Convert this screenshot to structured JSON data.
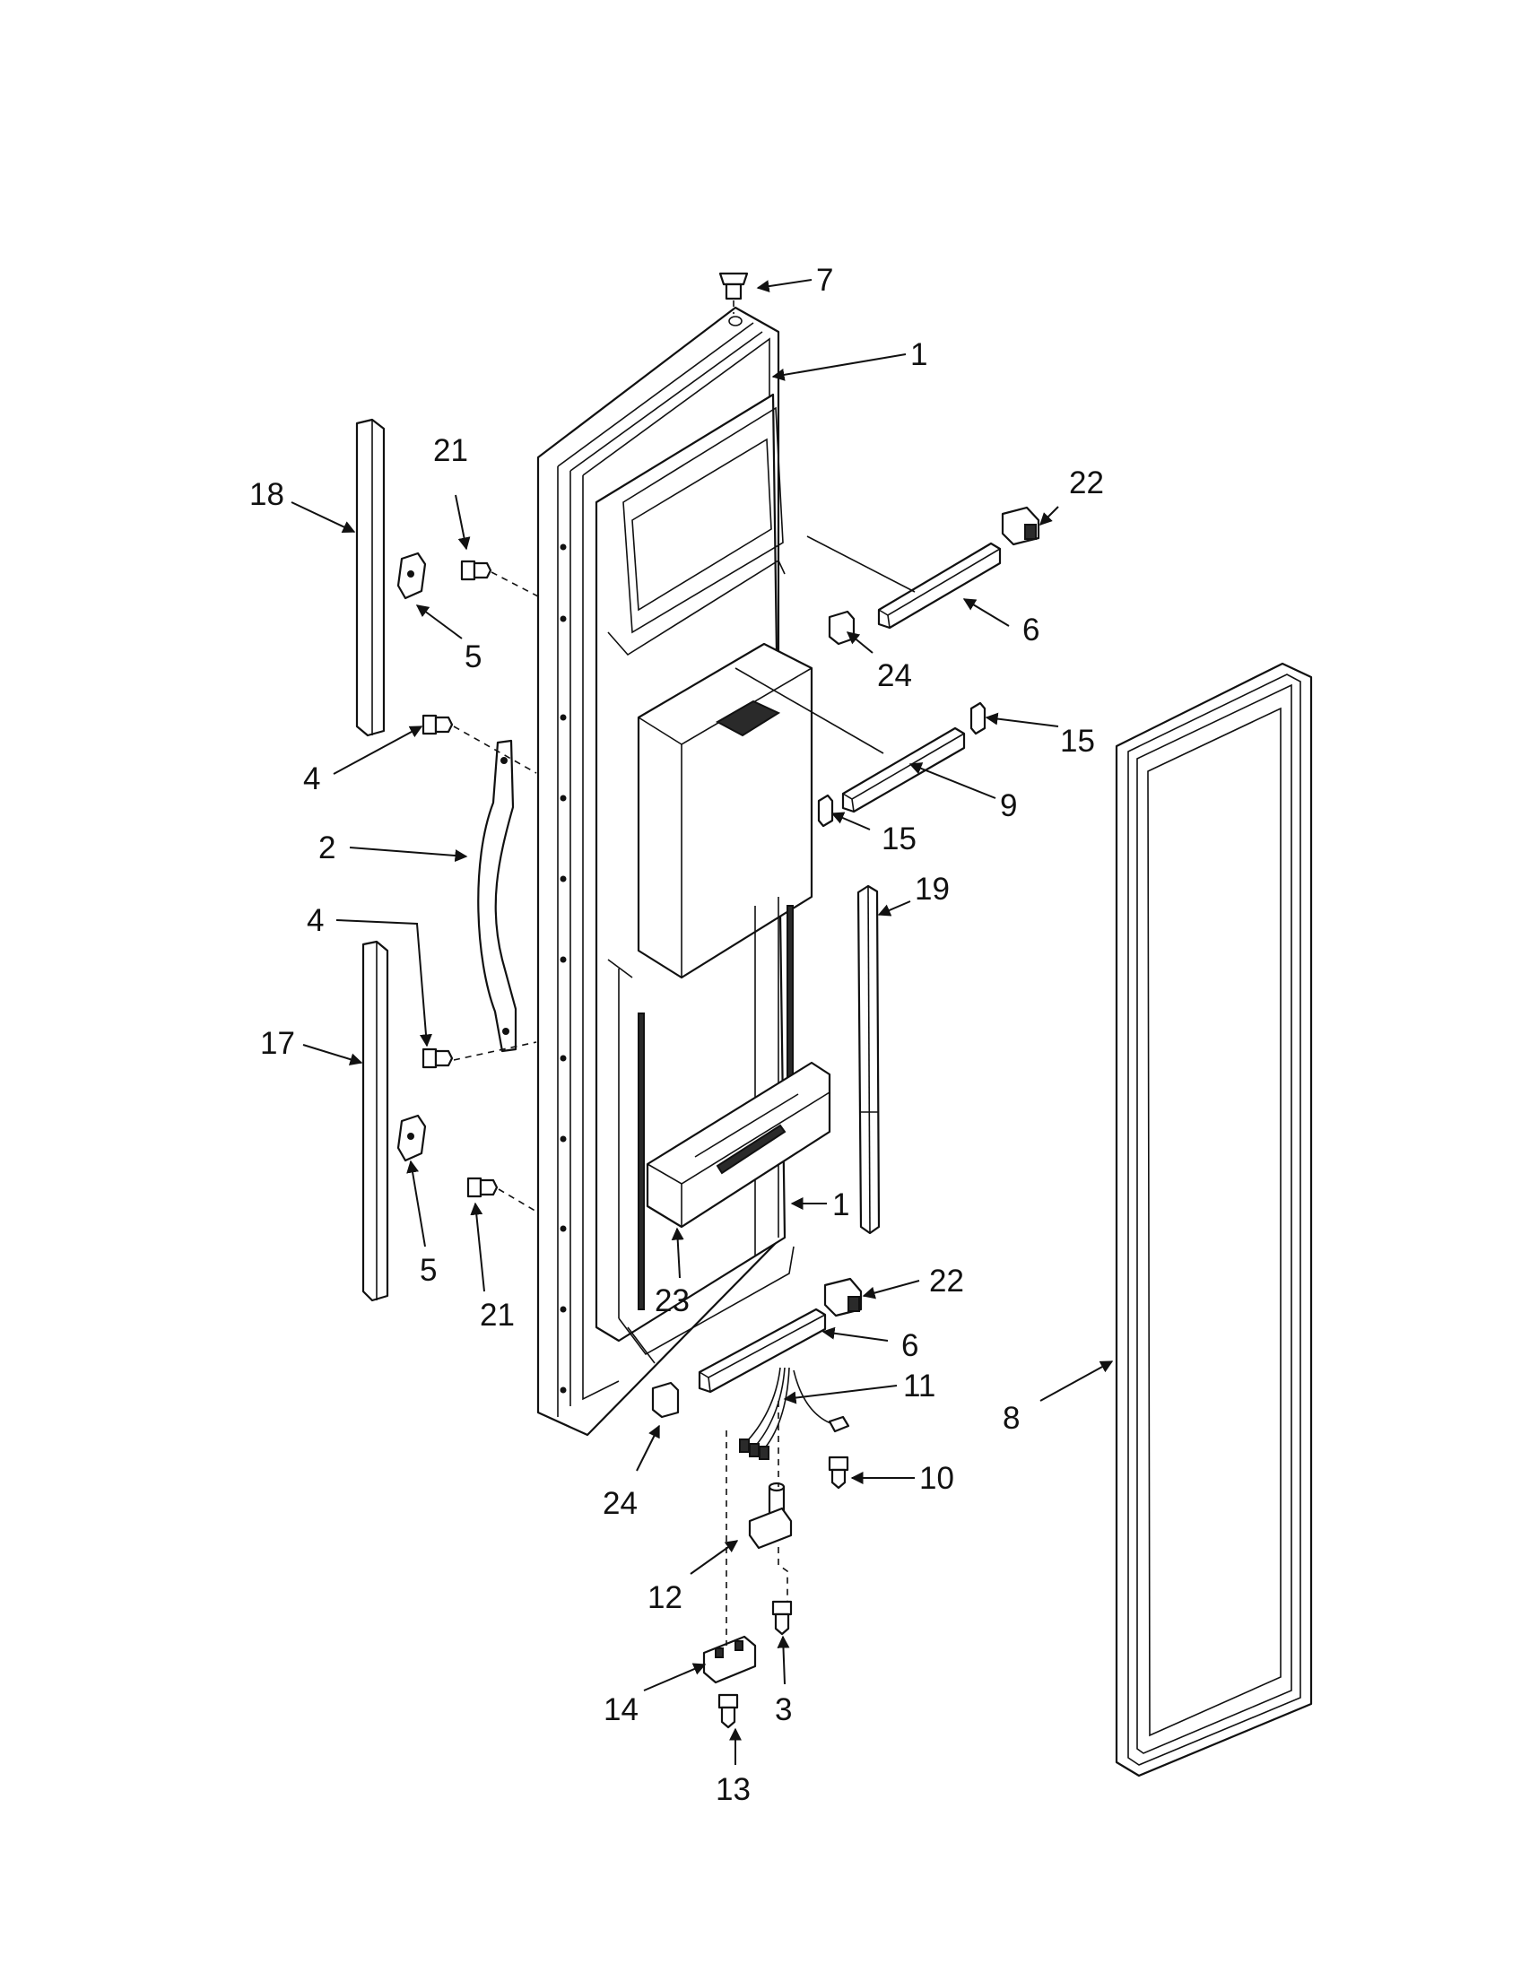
{
  "diagram": {
    "callouts": [
      "1",
      "1",
      "2",
      "3",
      "4",
      "4",
      "5",
      "5",
      "6",
      "6",
      "7",
      "8",
      "9",
      "10",
      "11",
      "12",
      "13",
      "14",
      "15",
      "15",
      "17",
      "18",
      "19",
      "21",
      "21",
      "22",
      "22",
      "23",
      "24",
      "24"
    ]
  },
  "colors": {
    "ink": "#111111",
    "paper": "#ffffff"
  }
}
